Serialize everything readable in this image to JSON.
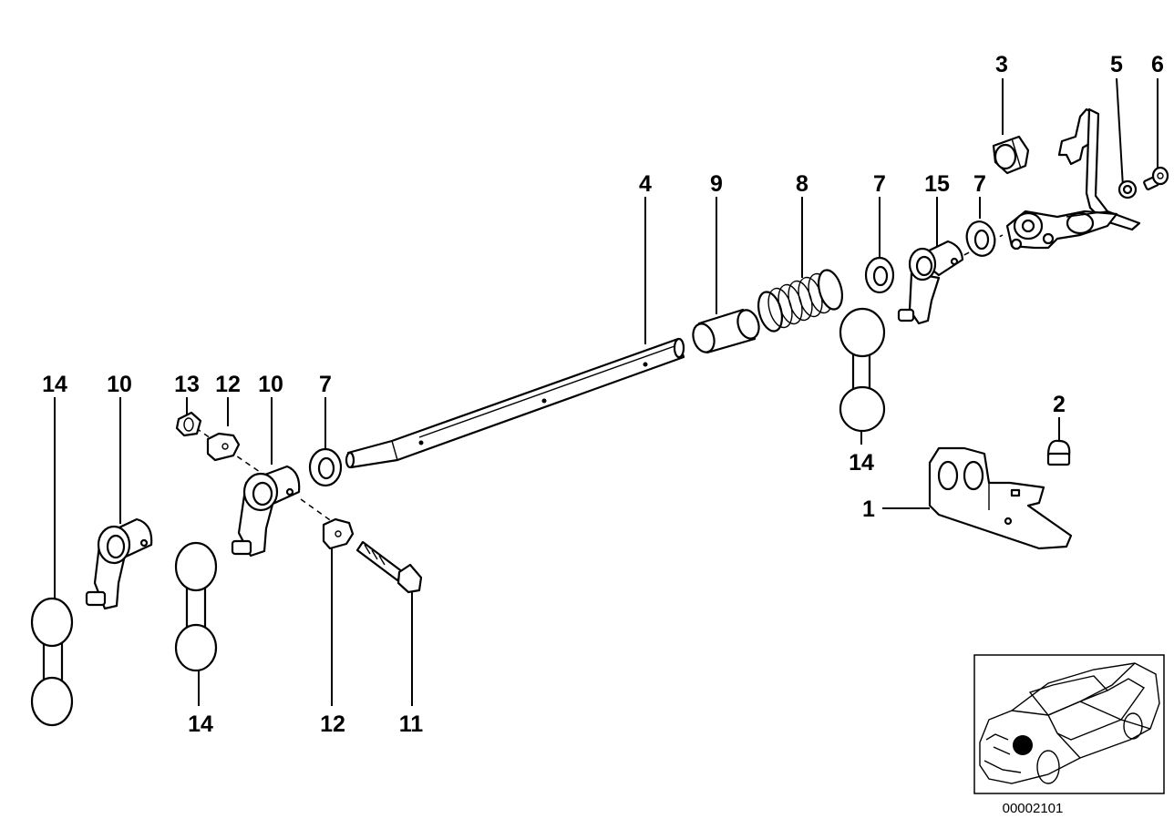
{
  "diagram": {
    "labels": {
      "p1": "1",
      "p2": "2",
      "p3": "3",
      "p4": "4",
      "p5": "5",
      "p6": "6",
      "p7a": "7",
      "p7b": "7",
      "p7c": "7",
      "p8": "8",
      "p9": "9",
      "p10a": "10",
      "p10b": "10",
      "p11": "11",
      "p12a": "12",
      "p12b": "12",
      "p13": "13",
      "p14a": "14",
      "p14b": "14",
      "p14c": "14",
      "p15": "15"
    },
    "reference_number": "00002101"
  }
}
